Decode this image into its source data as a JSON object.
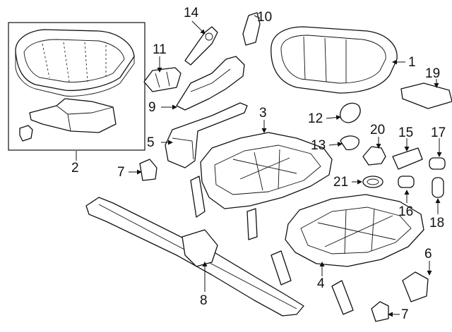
{
  "callouts": {
    "c1": "1",
    "c2": "2",
    "c3": "3",
    "c4": "4",
    "c5": "5",
    "c6": "6",
    "c7a": "7",
    "c7b": "7",
    "c8": "8",
    "c9": "9",
    "c10": "10",
    "c11": "11",
    "c12": "12",
    "c13": "13",
    "c14": "14",
    "c15": "15",
    "c16": "16",
    "c17": "17",
    "c18": "18",
    "c19": "19",
    "c20": "20",
    "c21": "21"
  }
}
